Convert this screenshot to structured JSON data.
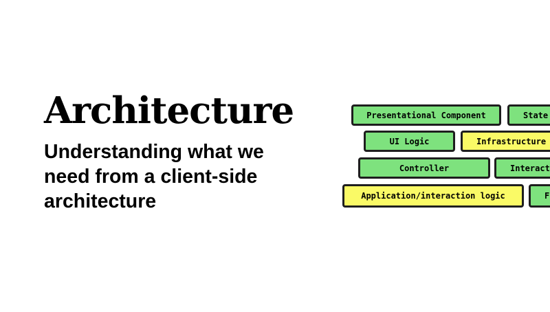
{
  "slide": {
    "title": "Architecture",
    "subtitle": "Understanding what we need from a client-side architecture"
  },
  "diagram": {
    "colors": {
      "green": "#7ee27e",
      "yellow": "#fafa66",
      "border": "#1e1e1e"
    },
    "rows": [
      {
        "blocks": [
          {
            "label": "Presentational Component",
            "color": "green"
          },
          {
            "label": "State",
            "color": "green"
          }
        ]
      },
      {
        "blocks": [
          {
            "label": "UI Logic",
            "color": "green"
          },
          {
            "label": "Infrastructure",
            "color": "yellow"
          }
        ]
      },
      {
        "blocks": [
          {
            "label": "Controller",
            "color": "green"
          },
          {
            "label": "Interact",
            "color": "green"
          }
        ]
      },
      {
        "blocks": [
          {
            "label": "Application/interaction logic",
            "color": "yellow"
          },
          {
            "label": "F",
            "color": "green"
          }
        ]
      }
    ]
  }
}
